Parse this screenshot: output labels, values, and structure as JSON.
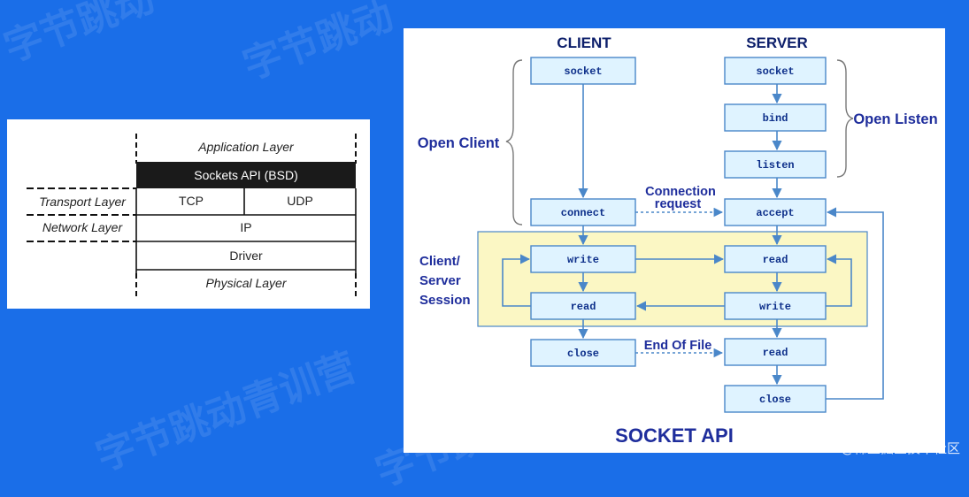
{
  "layer_diagram": {
    "application_layer": "Application Layer",
    "sockets_api": "Sockets API (BSD)",
    "transport_layer": "Transport Layer",
    "tcp": "TCP",
    "udp": "UDP",
    "network_layer": "Network Layer",
    "ip": "IP",
    "driver": "Driver",
    "physical_layer": "Physical Layer"
  },
  "socket_diagram": {
    "client_heading": "CLIENT",
    "server_heading": "SERVER",
    "client_boxes": {
      "socket": "socket",
      "connect": "connect",
      "write": "write",
      "read": "read",
      "close": "close"
    },
    "server_boxes": {
      "socket": "socket",
      "bind": "bind",
      "listen": "listen",
      "accept": "accept",
      "read": "read",
      "write": "write",
      "read_eof": "read",
      "close": "close"
    },
    "open_client": "Open Client",
    "open_listen": "Open Listen",
    "connection_request_line1": "Connection",
    "connection_request_line2": "request",
    "session_line1": "Client/",
    "session_line2": "Server",
    "session_line3": "Session",
    "end_of_file": "End Of File",
    "title": "SOCKET API"
  },
  "credit": "@稀土掘金技术社区",
  "colors": {
    "background": "#1a6ee8",
    "box_fill": "#dff3ff",
    "box_stroke": "#4a87c9",
    "session_fill": "#fbf7c4",
    "label_blue": "#1f2e9c",
    "sockets_api_bar": "#1a1a1a"
  }
}
